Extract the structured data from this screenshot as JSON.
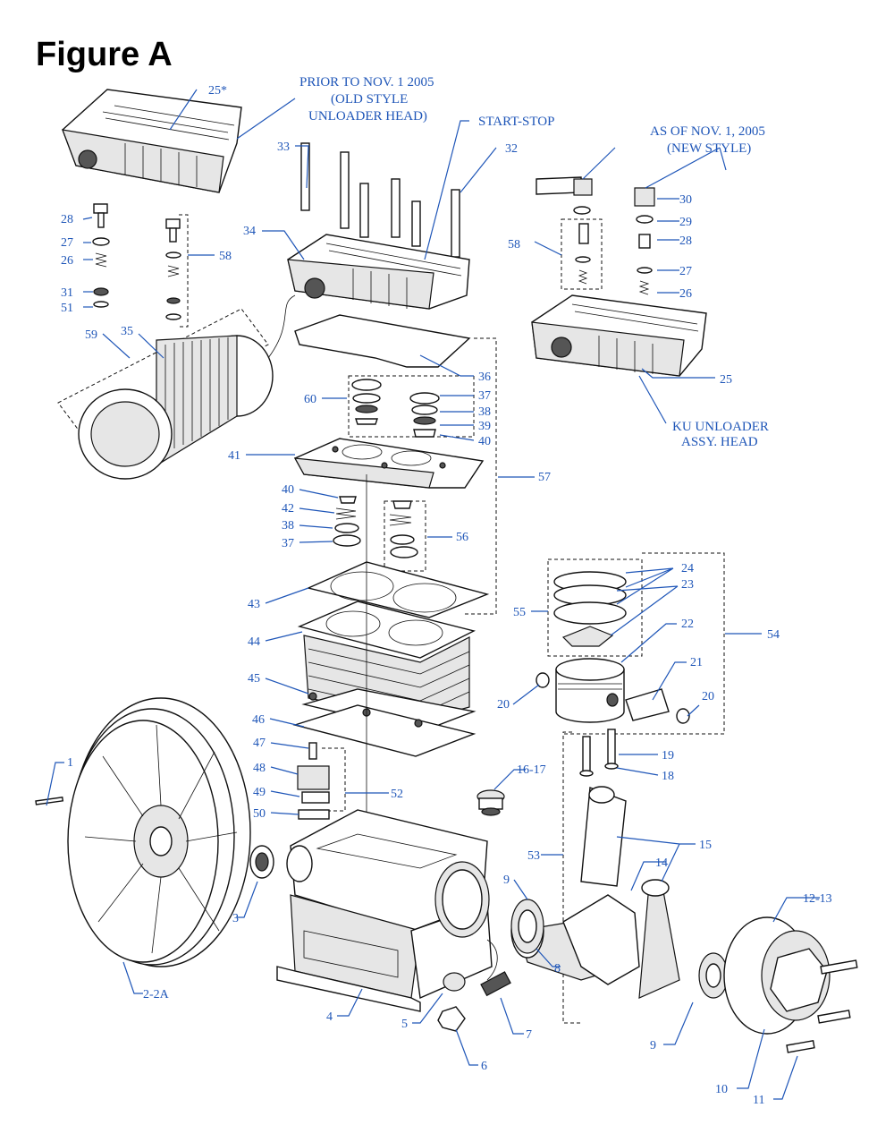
{
  "figure_title": "Figure A",
  "notes": {
    "old_style_line1": "PRIOR TO NOV. 1 2005",
    "old_style_line2": "(OLD STYLE",
    "old_style_line3": "UNLOADER HEAD)",
    "start_stop": "START-STOP",
    "new_style_line1": "AS OF NOV. 1, 2005",
    "new_style_line2": "(NEW STYLE)",
    "ku_line1": "KU UNLOADER",
    "ku_line2": "ASSY. HEAD"
  },
  "part_labels": {
    "p25_star": "25*",
    "p33": "33",
    "p32": "32",
    "p30": "30",
    "p29": "29",
    "p28r": "28",
    "p27r": "27",
    "p26r": "26",
    "p58r": "58",
    "p25": "25",
    "p28l": "28",
    "p27l": "27",
    "p26l": "26",
    "p31": "31",
    "p51": "51",
    "p58l": "58",
    "p34": "34",
    "p59": "59",
    "p35": "35",
    "p36": "36",
    "p60": "60",
    "p37a": "37",
    "p38a": "38",
    "p39": "39",
    "p40a": "40",
    "p41": "41",
    "p57": "57",
    "p40b": "40",
    "p42": "42",
    "p38b": "38",
    "p37b": "37",
    "p56": "56",
    "p43": "43",
    "p44": "44",
    "p45": "45",
    "p46": "46",
    "p47": "47",
    "p48": "48",
    "p49": "49",
    "p50": "50",
    "p52": "52",
    "p1": "1",
    "p16_17": "16-17",
    "p24": "24",
    "p23": "23",
    "p55": "55",
    "p22": "22",
    "p54": "54",
    "p21": "21",
    "p20a": "20",
    "p20b": "20",
    "p19": "19",
    "p18": "18",
    "p15": "15",
    "p53": "53",
    "p14": "14",
    "p9a": "9",
    "p3": "3",
    "p8": "8",
    "p12_13": "12-13",
    "p2": "2-2A",
    "p4": "4",
    "p5": "5",
    "p7": "7",
    "p6": "6",
    "p9b": "9",
    "p10": "10",
    "p11": "11"
  }
}
